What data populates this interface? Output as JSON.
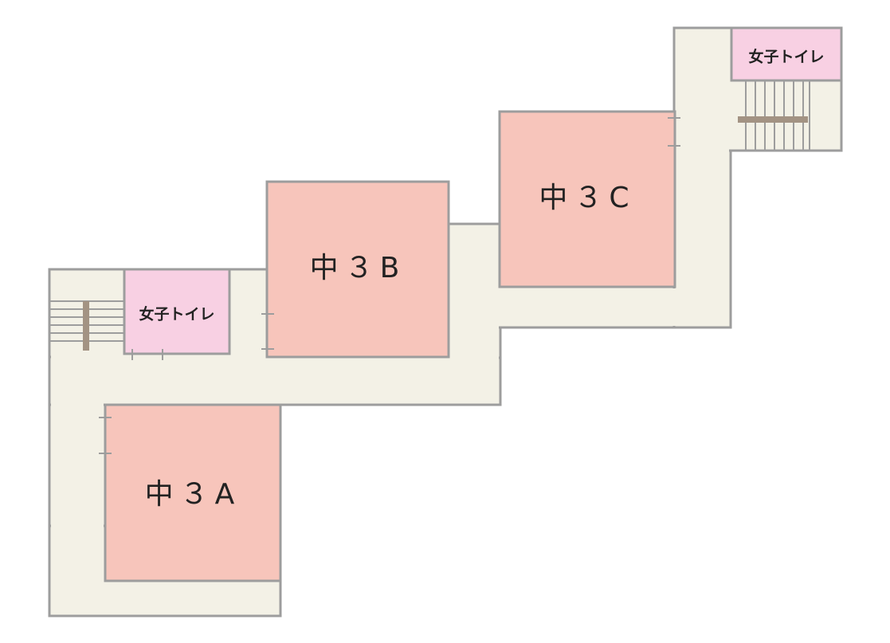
{
  "colors": {
    "corridor": "#f3f1e6",
    "classroom": "#f7c5bb",
    "toilet": "#f8d0e3",
    "wall": "#9d9d9d",
    "stair_rail": "#a39383",
    "text": "#222222"
  },
  "classrooms": [
    {
      "label": "中３A"
    },
    {
      "label": "中３B"
    },
    {
      "label": "中３C"
    }
  ],
  "toilets": [
    {
      "label": "女子トイレ"
    },
    {
      "label": "女子トイレ"
    }
  ]
}
